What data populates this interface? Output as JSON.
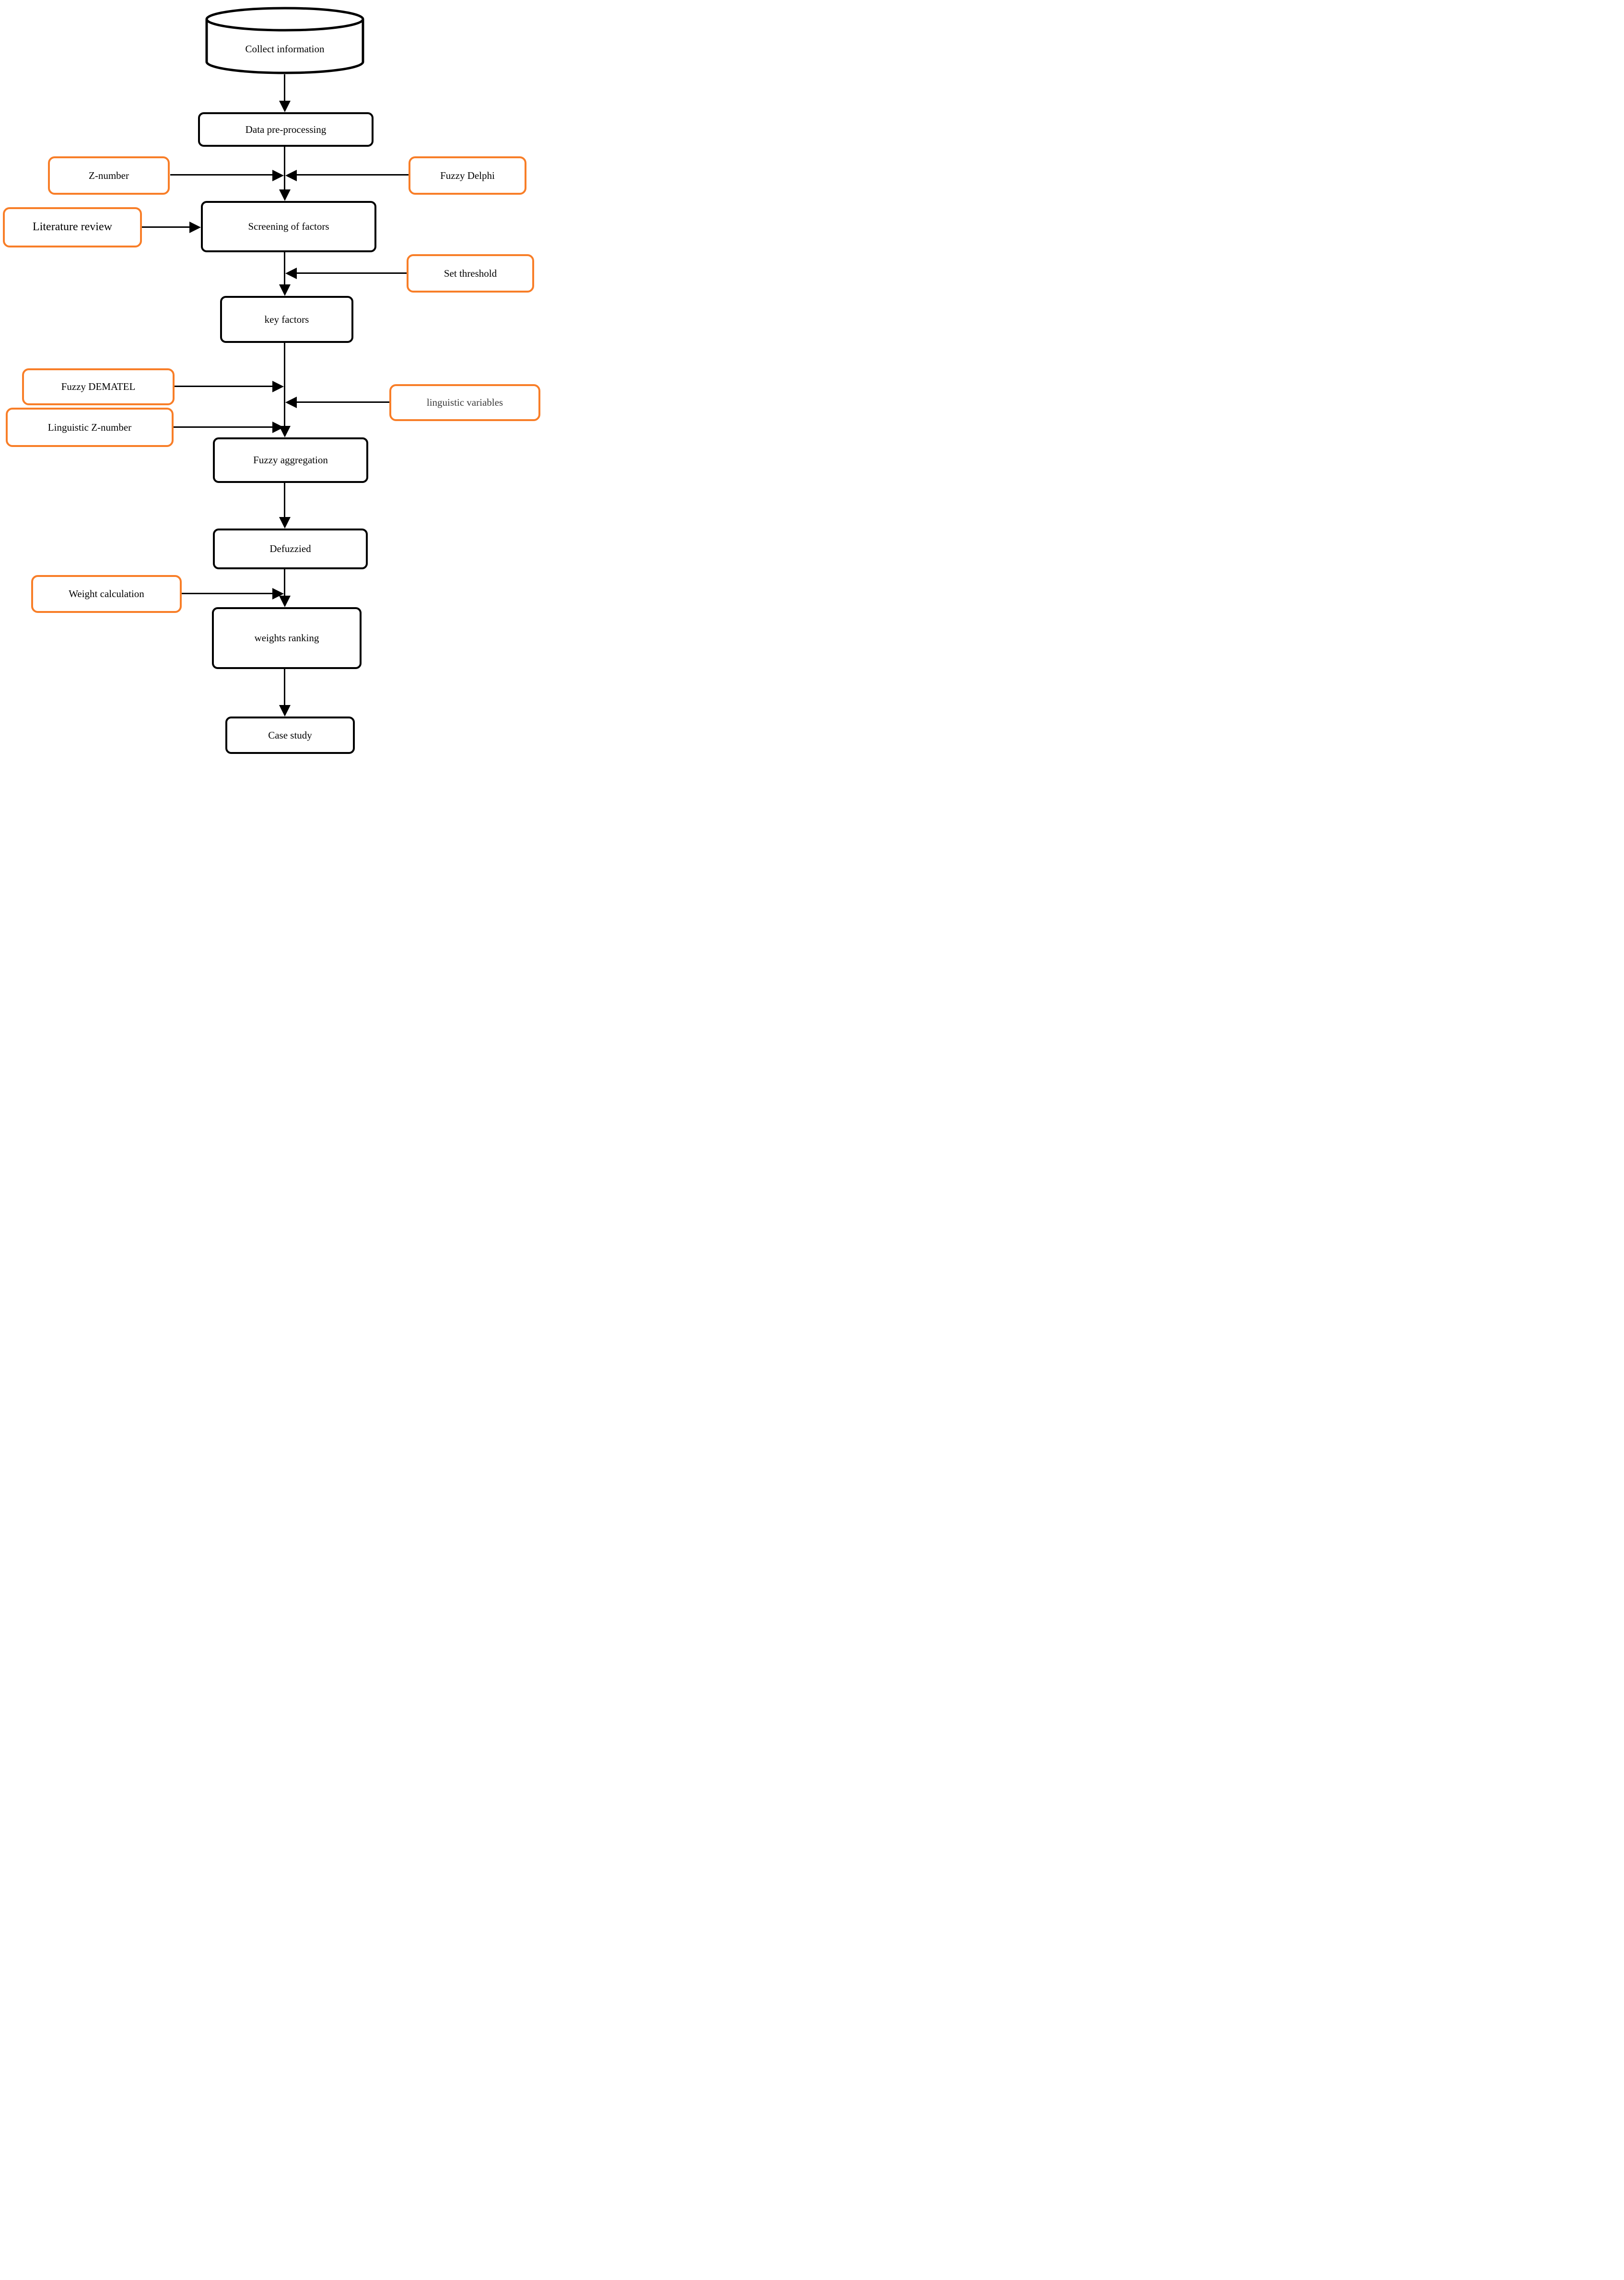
{
  "diagram": {
    "type": "flowchart",
    "colors": {
      "background": "#FFFFFF",
      "black_border": "#000000",
      "orange_border": "#F87E28",
      "text": "#000000",
      "linguistic_variables_text": "#3A3A3A"
    },
    "nodes": {
      "collect_information": {
        "label": "Collect information",
        "shape": "cylinder",
        "border": "black"
      },
      "data_preprocessing": {
        "label": "Data pre-processing",
        "shape": "rounded-rect",
        "border": "black"
      },
      "z_number": {
        "label": "Z-number",
        "shape": "rounded-rect",
        "border": "orange"
      },
      "fuzzy_delphi": {
        "label": "Fuzzy Delphi",
        "shape": "rounded-rect",
        "border": "orange"
      },
      "literature_review": {
        "label": "Literature review",
        "shape": "rounded-rect",
        "border": "orange"
      },
      "screening_of_factors": {
        "label": "Screening of factors",
        "shape": "rounded-rect",
        "border": "black"
      },
      "set_threshold": {
        "label": "Set threshold",
        "shape": "rounded-rect",
        "border": "orange"
      },
      "key_factors": {
        "label": "key factors",
        "shape": "rounded-rect",
        "border": "black"
      },
      "fuzzy_dematel": {
        "label": "Fuzzy DEMATEL",
        "shape": "rounded-rect",
        "border": "orange"
      },
      "linguistic_variables": {
        "label": "linguistic variables",
        "shape": "rounded-rect",
        "border": "orange"
      },
      "linguistic_z_number": {
        "label": "Linguistic Z-number",
        "shape": "rounded-rect",
        "border": "orange"
      },
      "fuzzy_aggregation": {
        "label": "Fuzzy aggregation",
        "shape": "rounded-rect",
        "border": "black"
      },
      "defuzzied": {
        "label": "Defuzzied",
        "shape": "rounded-rect",
        "border": "black"
      },
      "weight_calculation": {
        "label": "Weight calculation",
        "shape": "rounded-rect",
        "border": "orange"
      },
      "weights_ranking": {
        "label": "weights ranking",
        "shape": "rounded-rect",
        "border": "black"
      },
      "case_study": {
        "label": "Case study",
        "shape": "rounded-rect",
        "border": "black"
      }
    },
    "edges": [
      {
        "from": "collect_information",
        "to": "data_preprocessing",
        "arrow": "down"
      },
      {
        "from": "z_number",
        "to": "main_flow_between_data_preprocessing_and_screening_of_factors",
        "arrow": "right"
      },
      {
        "from": "fuzzy_delphi",
        "to": "main_flow_between_data_preprocessing_and_screening_of_factors",
        "arrow": "left"
      },
      {
        "from": "data_preprocessing",
        "to": "screening_of_factors",
        "arrow": "down"
      },
      {
        "from": "literature_review",
        "to": "screening_of_factors",
        "arrow": "right"
      },
      {
        "from": "set_threshold",
        "to": "main_flow_between_screening_of_factors_and_key_factors",
        "arrow": "left"
      },
      {
        "from": "screening_of_factors",
        "to": "key_factors",
        "arrow": "down"
      },
      {
        "from": "fuzzy_dematel",
        "to": "main_flow_between_key_factors_and_fuzzy_aggregation",
        "arrow": "right"
      },
      {
        "from": "linguistic_variables",
        "to": "main_flow_between_key_factors_and_fuzzy_aggregation",
        "arrow": "left"
      },
      {
        "from": "linguistic_z_number",
        "to": "main_flow_between_key_factors_and_fuzzy_aggregation",
        "arrow": "right"
      },
      {
        "from": "key_factors",
        "to": "fuzzy_aggregation",
        "arrow": "down"
      },
      {
        "from": "fuzzy_aggregation",
        "to": "defuzzied",
        "arrow": "down"
      },
      {
        "from": "weight_calculation",
        "to": "main_flow_between_defuzzied_and_weights_ranking",
        "arrow": "right"
      },
      {
        "from": "defuzzied",
        "to": "weights_ranking",
        "arrow": "down"
      },
      {
        "from": "weights_ranking",
        "to": "case_study",
        "arrow": "down"
      }
    ]
  }
}
